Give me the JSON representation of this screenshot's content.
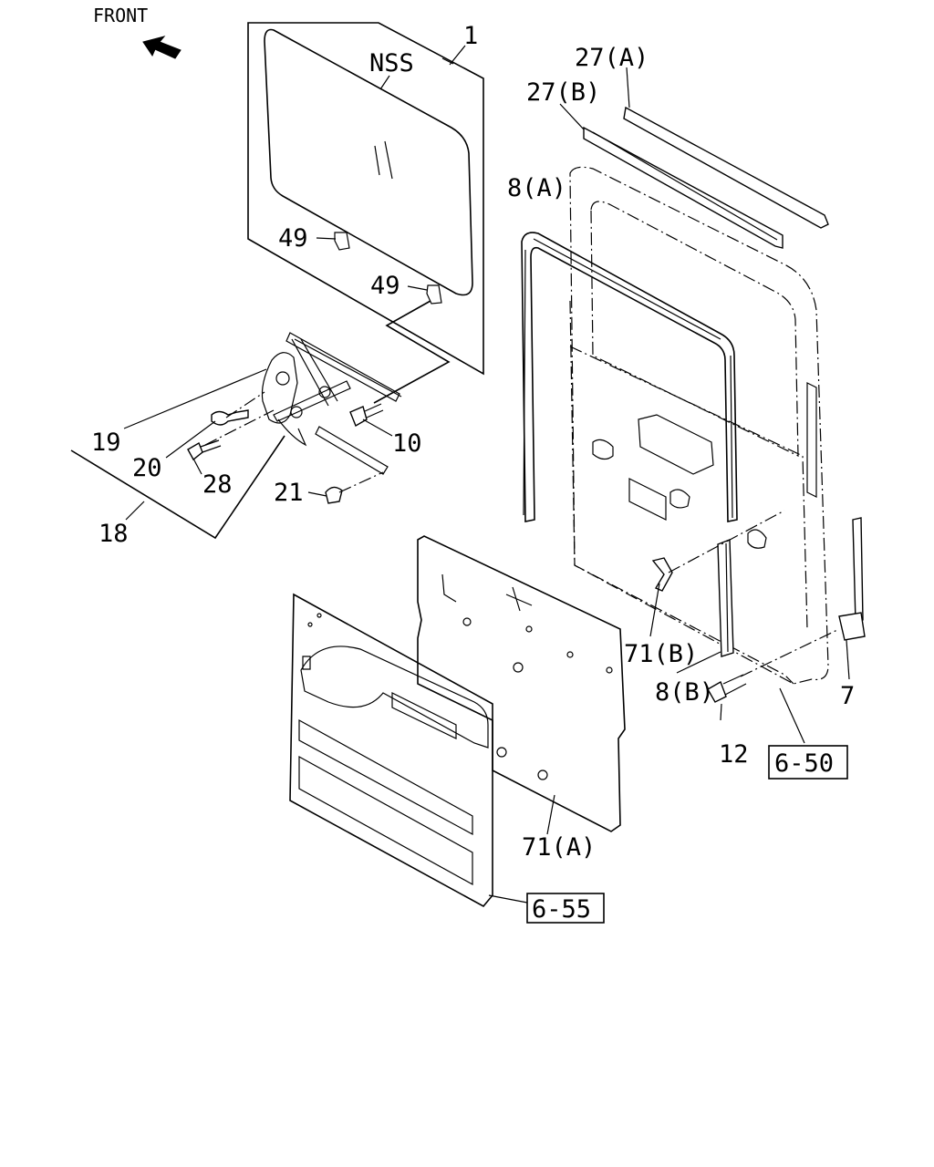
{
  "front_label": "FRONT",
  "labels": {
    "p1": "1",
    "nss": "NSS",
    "p27a": "27(A)",
    "p27b": "27(B)",
    "p8a": "8(A)",
    "p49a": "49",
    "p49b": "49",
    "p19": "19",
    "p20": "20",
    "p28": "28",
    "p10": "10",
    "p21": "21",
    "p18": "18",
    "p71b": "71(B)",
    "p8b": "8(B)",
    "p7": "7",
    "p12": "12",
    "p71a": "71(A)"
  },
  "refs": {
    "r650": "6-50",
    "r655": "6-55"
  }
}
